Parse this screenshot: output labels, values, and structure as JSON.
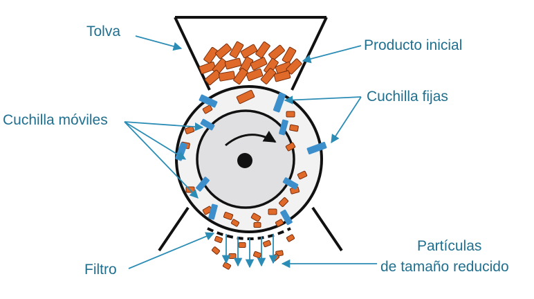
{
  "labels": {
    "hopper": "Tolva",
    "initial_product": "Producto inicial",
    "moving_blades": "Cuchilla móviles",
    "fixed_blades": "Cuchilla fijas",
    "filter": "Filtro",
    "particles_line1": "Partículas",
    "particles_line2": "de tamaño reducido"
  },
  "colors": {
    "label_text": "#1f6f8f",
    "arrow": "#2b8cb5",
    "blade": "#3d8fcb",
    "product": "#e06a2a",
    "product_edge": "#7a2e0a",
    "drum": "#e0e0e2",
    "housing_ring": "#f2f2f3",
    "outline": "#111111"
  }
}
